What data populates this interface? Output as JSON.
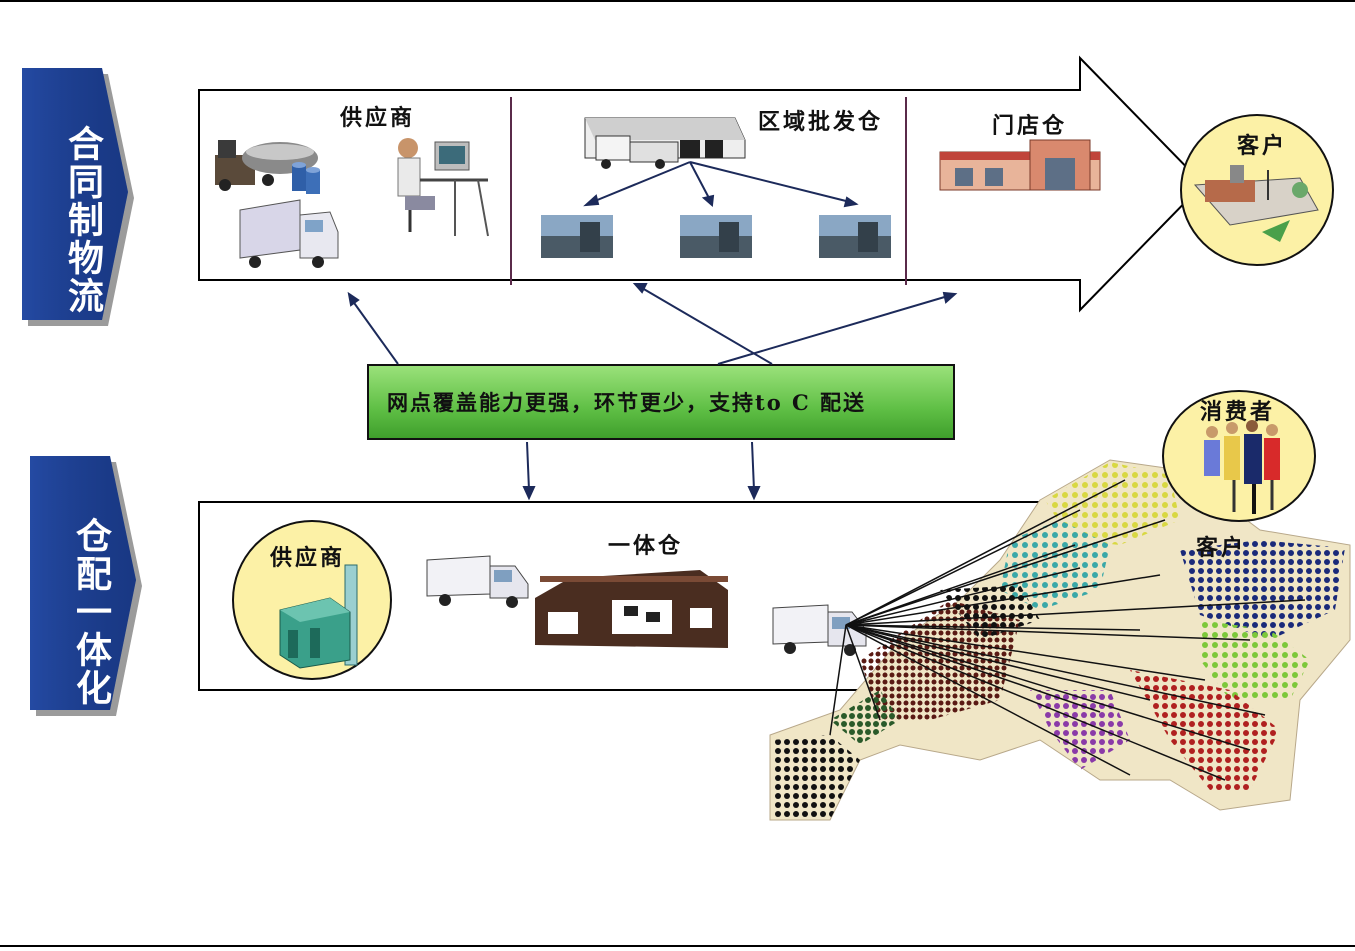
{
  "left_tabs": {
    "top": "合同制物流",
    "bottom": "仓配一体化"
  },
  "contract_logistics": {
    "supplier": "供应商",
    "regional_warehouse": "区域批发仓",
    "store_warehouse": "门店仓",
    "customer": "客户"
  },
  "banner": {
    "text": "网点覆盖能力更强，环节更少，支持to C 配送"
  },
  "integrated": {
    "supplier": "供应商",
    "warehouse": "一体仓",
    "consumer": "消费者",
    "customer": "客户"
  },
  "colors": {
    "tab_blue": "#1c3e8f",
    "banner_green": "#5fbf45",
    "circle_yellow": "#fcf1a6"
  }
}
